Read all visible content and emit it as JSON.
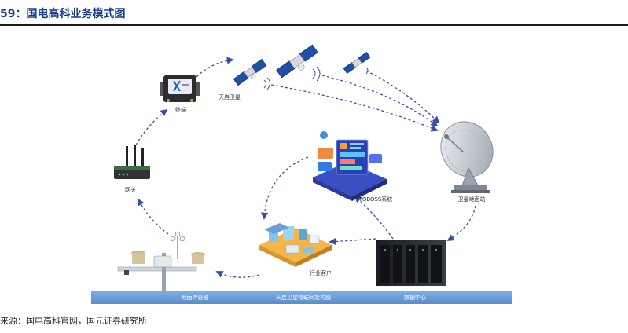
{
  "figure": {
    "title": "59：国电高科业务模式图",
    "source": "来源：国电高科官网，国元证券研究所"
  },
  "nodes": {
    "terminal": "终端",
    "satellite": "天启卫星",
    "ground_station": "卫星地面站",
    "gateway": "网关",
    "tqboss": "TQBOSS系统",
    "industry_client": "行业客户",
    "data_center": "数据中心",
    "ground_sensor": "地面传感器"
  },
  "base_bar": {
    "center_label": "天启卫星物联网架构图"
  },
  "colors": {
    "title": "#1a3e8c",
    "arrow": "#3a4fa0",
    "base_bar": "#6f9fd8"
  }
}
